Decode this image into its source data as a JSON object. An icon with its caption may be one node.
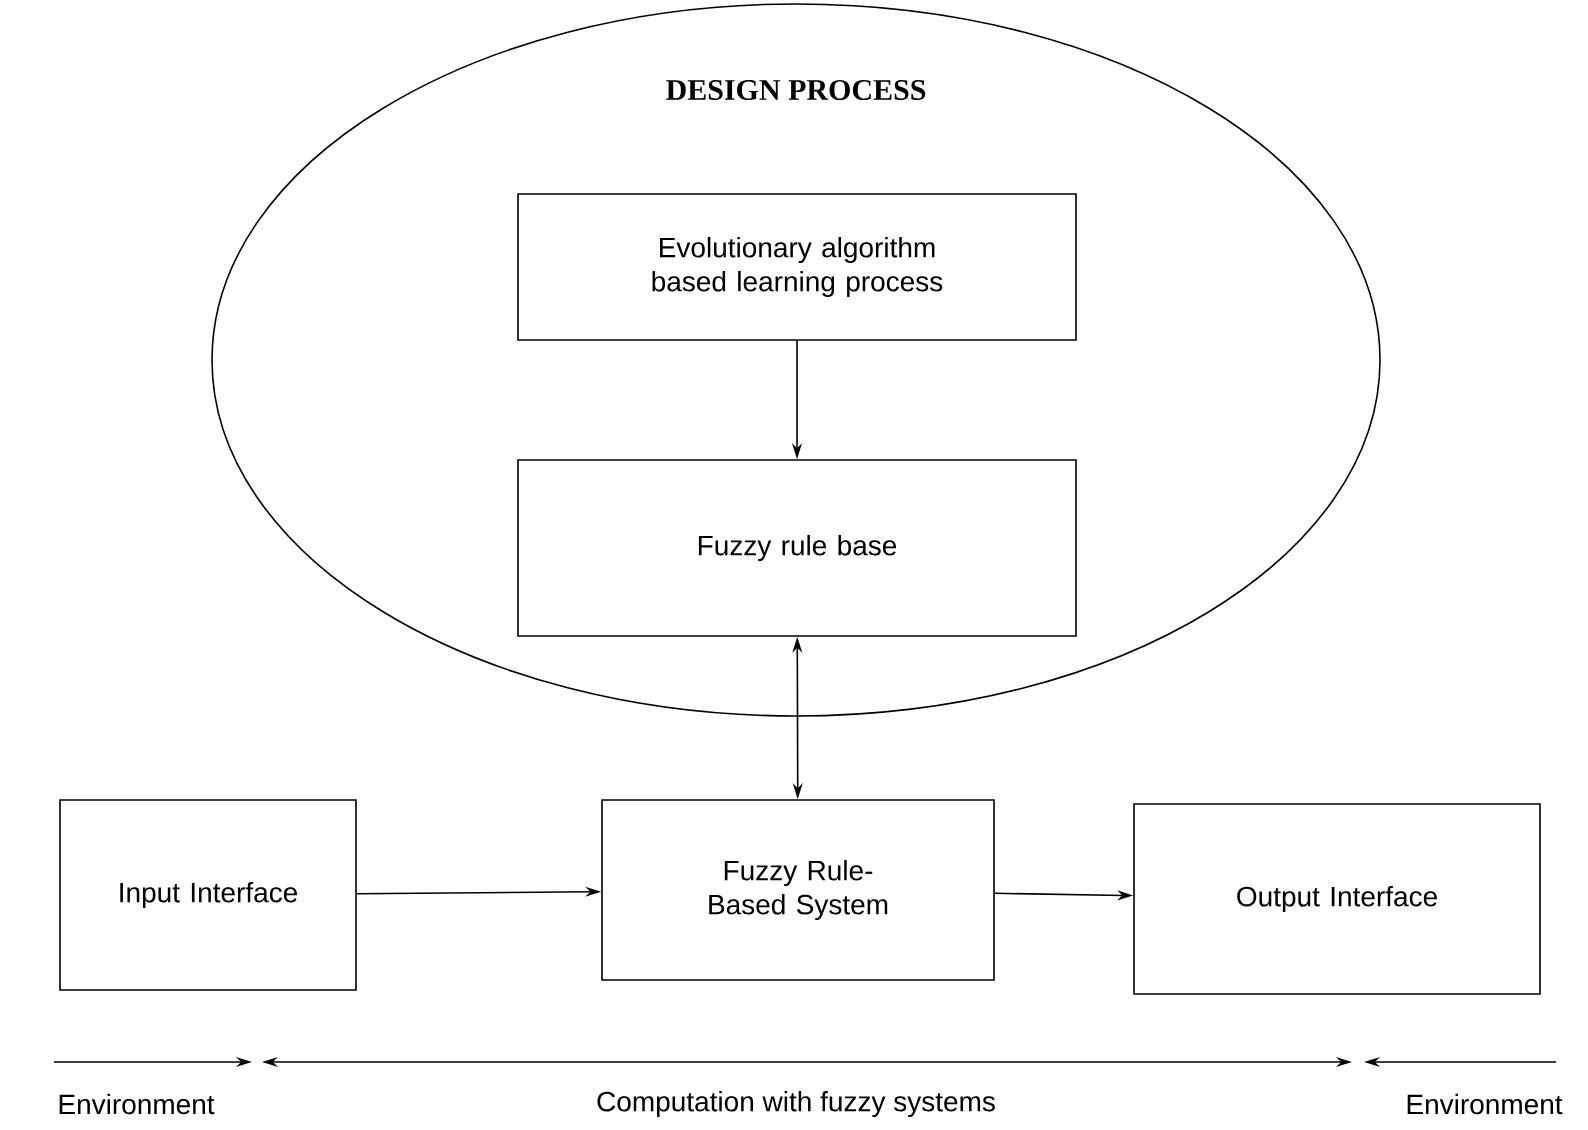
{
  "diagram": {
    "nodes": [
      {
        "text": [
          "DESIGN PROCESS"
        ]
      },
      {
        "text": [
          "Evolutionary algorithm based learning process"
        ],
        "in": 0
      },
      {
        "text": [
          "Fuzzy rule base"
        ],
        "in": 0
      },
      {
        "text": [
          "Input Interface"
        ]
      },
      {
        "text": [
          "Fuzzy Rule-Based System"
        ]
      },
      {
        "text": [
          "Output Interface"
        ]
      }
    ],
    "edges": [
      {
        "from": 1,
        "to": 2,
        "arrow": "to"
      },
      {
        "from": 2,
        "to": 4,
        "arrow": "both"
      },
      {
        "from": 3,
        "to": 4,
        "arrow": "to"
      },
      {
        "from": 4,
        "to": 5,
        "arrow": "to"
      }
    ],
    "labels": [
      "Environment",
      "Computation with fuzzy systems",
      "Environment"
    ]
  }
}
